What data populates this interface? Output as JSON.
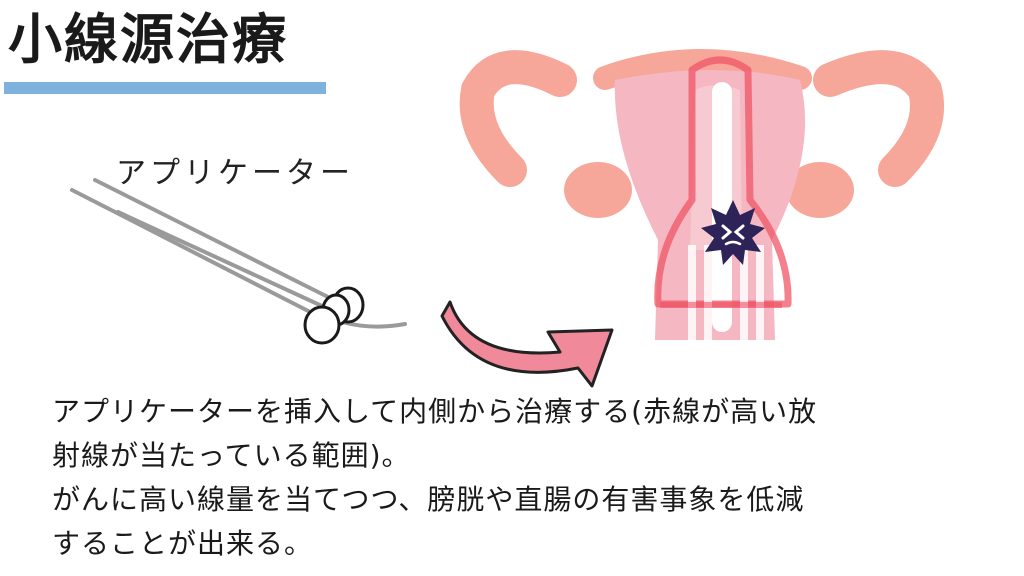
{
  "title": "小線源治療",
  "applicator_label": "アプリケーター",
  "description": [
    "アプリケーターを挿入して内側から治療する(赤線が高い放",
    "射線が当たっている範囲)。",
    "がんに高い線量を当てつつ、膀胱や直腸の有害事象を低減",
    "することが出来る。"
  ],
  "colors": {
    "title_underline": "#7fb3dd",
    "uterus": "#f5b7c2",
    "ovary": "#f6a79a",
    "dose_line": "#ef5566",
    "arrow": "#f08a9a",
    "tumor": "#2e2358"
  },
  "icons": [
    "applicator-icon",
    "curved-arrow-icon",
    "uterus-illustration",
    "tumor-icon"
  ]
}
